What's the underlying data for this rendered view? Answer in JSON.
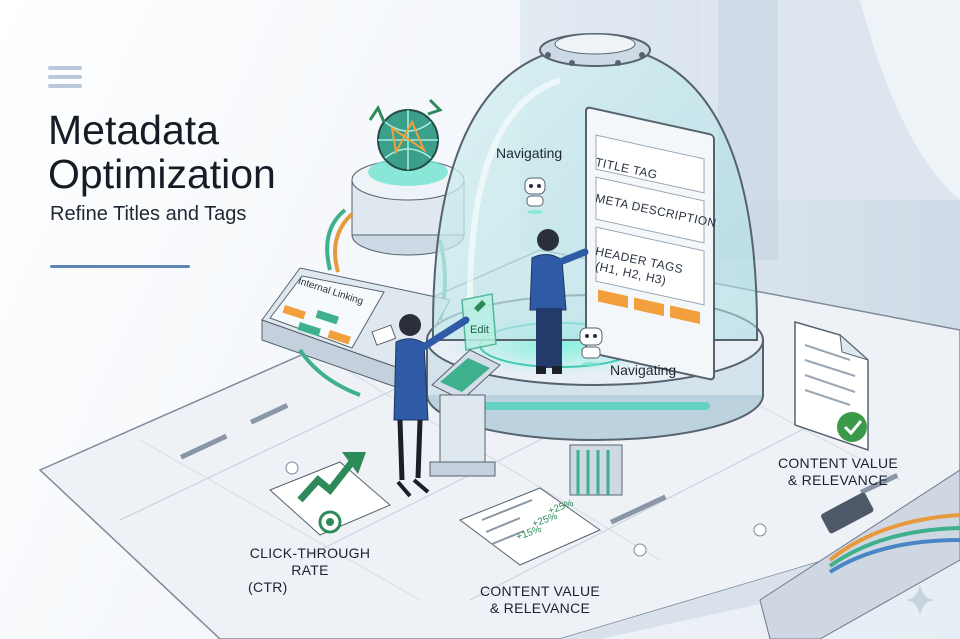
{
  "header": {
    "title_line1": "Metadata",
    "title_line2": "Optimization",
    "subtitle": "Refine Titles and Tags"
  },
  "screen_panel": {
    "title_tag": "TITLE TAG",
    "meta_description": "META DESCRIPTION",
    "header_tags_line1": "HEADER TAGS",
    "header_tags_line2": "(H1, H2, H3)"
  },
  "robots": {
    "navigating_top": "Navigating",
    "navigating_bottom": "Navigating"
  },
  "kiosk": {
    "edit_label": "Edit"
  },
  "linking_panel": {
    "title": "Internal Linking"
  },
  "callouts": {
    "ctr_line1": "CLICK-THROUGH RATE",
    "ctr_line2": "(CTR)",
    "content_bottom_line1": "CONTENT VALUE",
    "content_bottom_line2": "& RELEVANCE",
    "content_right_line1": "CONTENT VALUE",
    "content_right_line2": "& RELEVANCE"
  },
  "metrics": [
    "+25%",
    "+25%",
    "+15%"
  ],
  "colors": {
    "accent_blue": "#5d86b7",
    "teal": "#3fc7b3",
    "growth_green": "#3a9a4a",
    "orange": "#f2a03d",
    "navy_outfit": "#2f5aa6"
  }
}
